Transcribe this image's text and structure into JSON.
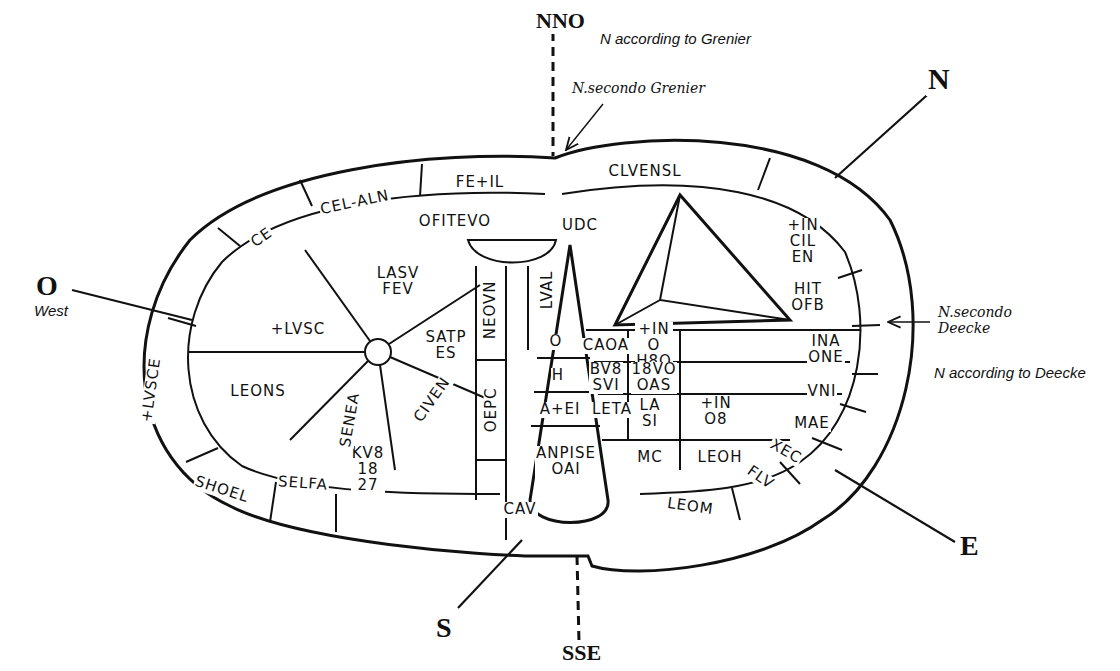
{
  "diagram": {
    "nodes": [
      {
        "text": [
          "FE+IL"
        ]
      },
      {
        "text": [
          "CEL-ALN"
        ]
      },
      {
        "text": [
          "CE"
        ]
      },
      {
        "text": [
          "CLVENSL"
        ]
      },
      {
        "text": [
          "+IN CIL EN"
        ]
      },
      {
        "text": [
          "HIT OFB"
        ]
      },
      {
        "text": [
          "INA ONE"
        ]
      },
      {
        "text": [
          "VNI"
        ]
      },
      {
        "text": [
          "MAE"
        ]
      },
      {
        "text": [
          "XEC"
        ]
      },
      {
        "text": [
          "FLV"
        ]
      },
      {
        "text": [
          "LEOM"
        ]
      },
      {
        "text": [
          "+LVSCE"
        ]
      },
      {
        "text": [
          "SHOEL"
        ]
      },
      {
        "text": [
          "SELFA"
        ]
      },
      {
        "text": [
          "KV8 18 27"
        ]
      },
      {
        "text": [
          "LASV FEV"
        ]
      },
      {
        "text": [
          "SATP ES"
        ]
      },
      {
        "text": [
          "+LVSC"
        ]
      },
      {
        "text": [
          "LEONS"
        ]
      },
      {
        "text": [
          "CIVEN"
        ]
      },
      {
        "text": [
          "SENEA"
        ]
      },
      {
        "text": [
          "OFITEVO"
        ]
      },
      {
        "text": [
          "NEOVN"
        ]
      },
      {
        "text": [
          "UDC"
        ]
      },
      {
        "text": [
          "LVAL"
        ]
      },
      {
        "text": [
          "OEPC"
        ]
      },
      {
        "text": [
          "CAV"
        ]
      },
      {
        "text": [
          "O"
        ]
      },
      {
        "text": [
          "H"
        ]
      },
      {
        "text": [
          "A+EI"
        ]
      },
      {
        "text": [
          "ANPISE OAI"
        ]
      },
      {
        "text": [
          "CAOA"
        ]
      },
      {
        "text": [
          "+IN O H8O"
        ]
      },
      {
        "text": [
          "BV8 SVI"
        ]
      },
      {
        "text": [
          "18VO OAS"
        ]
      },
      {
        "text": [
          "LETA"
        ]
      },
      {
        "text": [
          "LA SI"
        ]
      },
      {
        "text": [
          "+IN O8"
        ]
      },
      {
        "text": [
          "LEOH"
        ]
      },
      {
        "text": [
          "MC"
        ]
      }
    ],
    "labels": [
      "NNO",
      "N according to Grenier",
      "N.secondo Grenier",
      "N",
      "O",
      "West",
      "N.secondo Deecke",
      "N according to Deecke",
      "E",
      "S",
      "SSE"
    ]
  }
}
